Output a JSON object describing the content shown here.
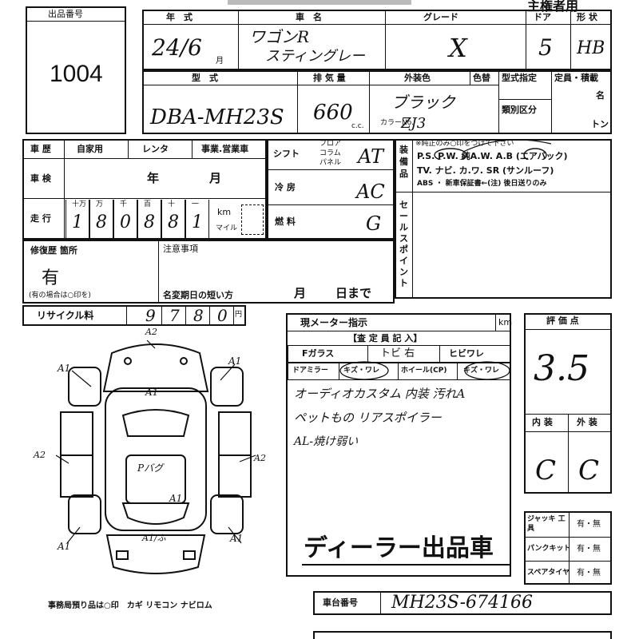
{
  "lot": {
    "label": "出品番号",
    "value": "1004"
  },
  "header": {
    "title_right": "主権者用"
  },
  "row1": {
    "labels": {
      "year": "年　式",
      "car": "車　名",
      "grade": "グレード",
      "door": "ドア",
      "shape": "形 状"
    },
    "year_value": "24/6",
    "year_unit": "月",
    "car_value_1": "ワゴンR",
    "car_value_2": "スティングレー",
    "grade_value": "X",
    "door_value": "5",
    "shape_value": "HB"
  },
  "row2": {
    "labels": {
      "model": "型　式",
      "displacement": "排 気 量",
      "color": "外装色",
      "color_change": "色替",
      "type_spec": "型式指定",
      "capacity": "定員・積載",
      "class": "類別区分",
      "persons": "名",
      "tons": "トン",
      "cc": "c.c.",
      "color_no": "カラーNo."
    },
    "model_value": "DBA-MH23S",
    "displacement_value": "660",
    "color_value": "ブラック",
    "color_no_value": "ZJ3"
  },
  "history": {
    "label": "車 歴",
    "private": "自家用",
    "rental": "レンタ",
    "business": "事業.営業車"
  },
  "inspection": {
    "label": "車 検",
    "year": "年",
    "month": "月"
  },
  "mileage": {
    "label": "走 行",
    "units": [
      "十万",
      "万",
      "千",
      "百",
      "十",
      "一"
    ],
    "digits": [
      "1",
      "8",
      "0",
      "8",
      "8",
      "1"
    ],
    "km": "km",
    "mile": "マイル"
  },
  "shift": {
    "label": "シフト",
    "floor": "フロア",
    "column": "コラム",
    "panel": "パネル",
    "value": "AT"
  },
  "ac": {
    "label": "冷 房",
    "value": "AC"
  },
  "fuel": {
    "label": "燃 料",
    "value": "G"
  },
  "equipment": {
    "label": "装備品",
    "note": "※純正のみ○印をつけて下さい",
    "line1": "P.S. P.W. 純A.W. A.B (エアバック)",
    "line2": "TV. ナビ. カ.ワ. SR (サンルーフ)",
    "line3": "ABS ・ 新車保証書←(注) 後日送りのみ"
  },
  "sales_point": {
    "label": "セールスポイント"
  },
  "repair": {
    "label": "修復歴 箇所",
    "value": "有",
    "note": "(有の場合は○印を)"
  },
  "notes": {
    "label": "注意事項",
    "name_change": "名変期日の短い方",
    "month": "月",
    "day": "日まで"
  },
  "recycle": {
    "label": "リサイクル料",
    "digits": [
      "9",
      "7",
      "8",
      "0"
    ],
    "unit": "円"
  },
  "meter": {
    "label": "現メーター指示",
    "unit": "km"
  },
  "inspector": {
    "title": "【査 定 員 記 入】",
    "f_glass": "Fガラス",
    "f_glass_value": "トビ 右",
    "crack": "ヒビワレ",
    "door_mirror": "ドアミラー",
    "mirror_value": "キズ・ワレ",
    "wheel": "ホイール(CP)",
    "wheel_value": "キズ・ワレ",
    "hand_lines": [
      "オーディオカスタム 内装 汚れA",
      "ペットもの リアスポイラー",
      "AL-焼け弱い"
    ]
  },
  "score": {
    "label": "評 価 点",
    "value": "3.5",
    "interior_label": "内 装",
    "exterior_label": "外 装",
    "interior": "C",
    "exterior": "C"
  },
  "jack": {
    "label1": "ジャッキ 工　具",
    "label2": "パンクキット",
    "label3": "スペアタイヤ",
    "opt": "有・無"
  },
  "dealer_stamp": "ディーラー出品車",
  "chassis": {
    "label": "車台番号",
    "value": "MH23S-674166"
  },
  "diagram": {
    "marks": [
      "A2",
      "A1",
      "A1",
      "A1",
      "A2",
      "A2",
      "A1",
      "A1",
      "A1",
      "Pバグ",
      "A1/ふ"
    ],
    "footer": "事務局預り品は○印　カギ リモコン ナビロム"
  }
}
